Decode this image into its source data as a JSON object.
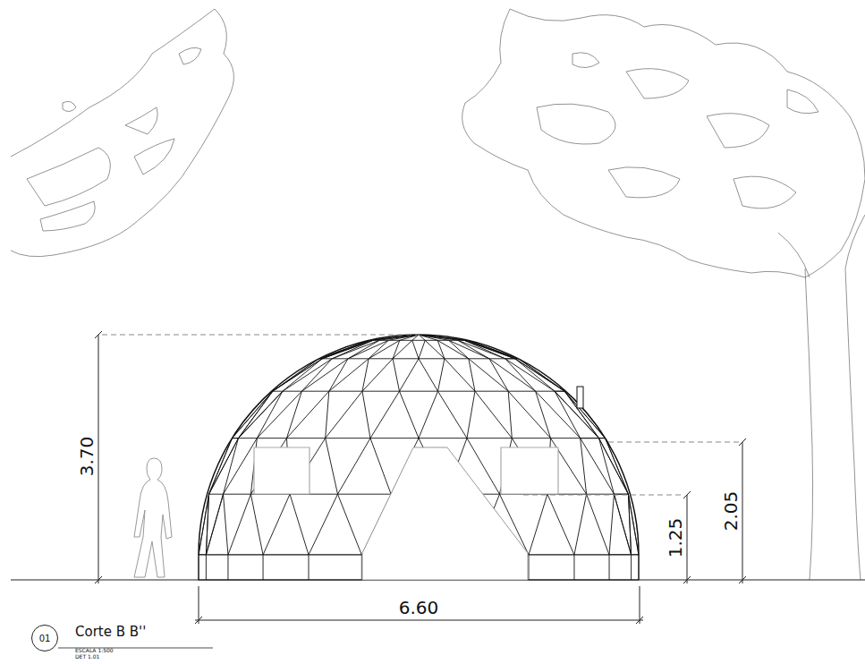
{
  "diagram": {
    "title": "Corte B B''",
    "nodes": [
      {
        "text": [
          "01"
        ]
      }
    ],
    "labels": [
      "ESCALA 1:500",
      "DET 1.01",
      "3.70",
      "2.05",
      "1.25",
      "6.60"
    ]
  }
}
